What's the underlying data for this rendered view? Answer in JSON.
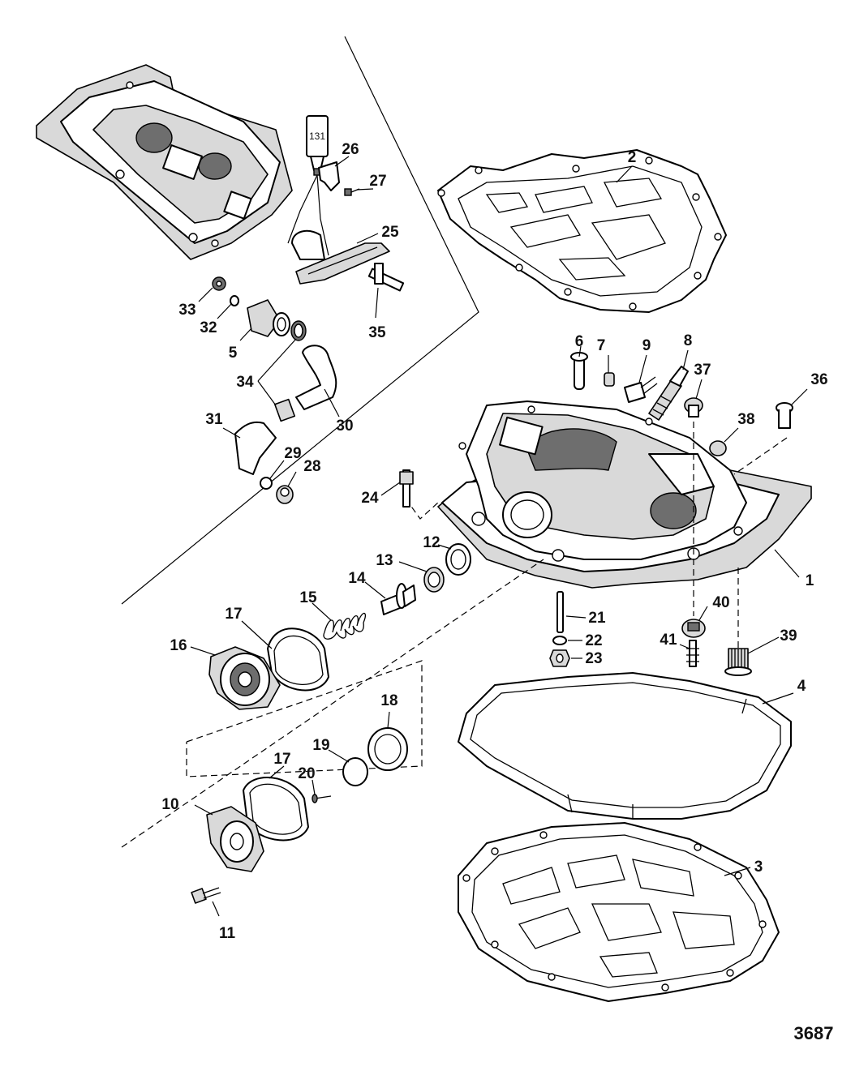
{
  "diagram": {
    "reference_number": "3687",
    "sealant_tube_label": "131",
    "callouts": [
      {
        "id": "c1",
        "text": "1"
      },
      {
        "id": "c2",
        "text": "2"
      },
      {
        "id": "c3",
        "text": "3"
      },
      {
        "id": "c4",
        "text": "4"
      },
      {
        "id": "c5",
        "text": "5"
      },
      {
        "id": "c6",
        "text": "6"
      },
      {
        "id": "c7",
        "text": "7"
      },
      {
        "id": "c8",
        "text": "8"
      },
      {
        "id": "c9",
        "text": "9"
      },
      {
        "id": "c10",
        "text": "10"
      },
      {
        "id": "c11",
        "text": "11"
      },
      {
        "id": "c12",
        "text": "12"
      },
      {
        "id": "c13",
        "text": "13"
      },
      {
        "id": "c14",
        "text": "14"
      },
      {
        "id": "c15",
        "text": "15"
      },
      {
        "id": "c16",
        "text": "16"
      },
      {
        "id": "c17a",
        "text": "17"
      },
      {
        "id": "c17b",
        "text": "17"
      },
      {
        "id": "c18",
        "text": "18"
      },
      {
        "id": "c19",
        "text": "19"
      },
      {
        "id": "c20",
        "text": "20"
      },
      {
        "id": "c21",
        "text": "21"
      },
      {
        "id": "c22",
        "text": "22"
      },
      {
        "id": "c23",
        "text": "23"
      },
      {
        "id": "c24",
        "text": "24"
      },
      {
        "id": "c25",
        "text": "25"
      },
      {
        "id": "c26",
        "text": "26"
      },
      {
        "id": "c27",
        "text": "27"
      },
      {
        "id": "c28",
        "text": "28"
      },
      {
        "id": "c29",
        "text": "29"
      },
      {
        "id": "c30",
        "text": "30"
      },
      {
        "id": "c31",
        "text": "31"
      },
      {
        "id": "c32",
        "text": "32"
      },
      {
        "id": "c33",
        "text": "33"
      },
      {
        "id": "c34",
        "text": "34"
      },
      {
        "id": "c35",
        "text": "35"
      },
      {
        "id": "c36",
        "text": "36"
      },
      {
        "id": "c37",
        "text": "37"
      },
      {
        "id": "c38",
        "text": "38"
      },
      {
        "id": "c39",
        "text": "39"
      },
      {
        "id": "c40",
        "text": "40"
      },
      {
        "id": "c41",
        "text": "41"
      }
    ]
  }
}
